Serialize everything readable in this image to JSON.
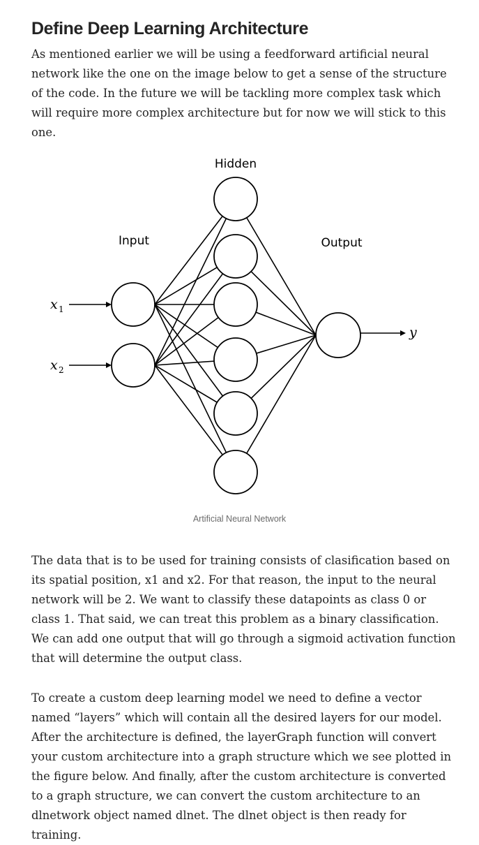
{
  "article": {
    "heading": "Define Deep Learning Architecture",
    "intro": "As mentioned earlier we will be using a feedforward artificial neural network like the one on the image below to get a sense of the structure of the code. In the future we will be tackling more complex task which will require more complex architecture but for now we will stick to this one.",
    "figure": {
      "caption": "Artificial Neural Network",
      "labels": {
        "hidden": "Hidden",
        "input": "Input",
        "output": "Output",
        "x1_var": "x",
        "x1_sub": "1",
        "x2_var": "x",
        "x2_sub": "2",
        "y": "y"
      }
    },
    "paragraph2": "The data that is to be used for training consists of clasification based on its spatial position, x1 and x2. For that reason, the input to the neural network will be 2. We want to classify these datapoints as class 0 or class 1. That said, we can treat this problem as a binary classification. We can add one output that will go through a sigmoid activation function that will determine the output class.",
    "paragraph3": "To create a custom deep learning model we need to define a vector named “layers” which will contain all the desired layers for our model. After the architecture is defined, the layerGraph function will convert your custom architecture into a graph structure which we see plotted in the figure below. And finally, after the custom architecture is converted to a graph structure, we can convert the custom architecture to an dlnetwork object named dlnet. The dlnet object is then ready for training."
  }
}
